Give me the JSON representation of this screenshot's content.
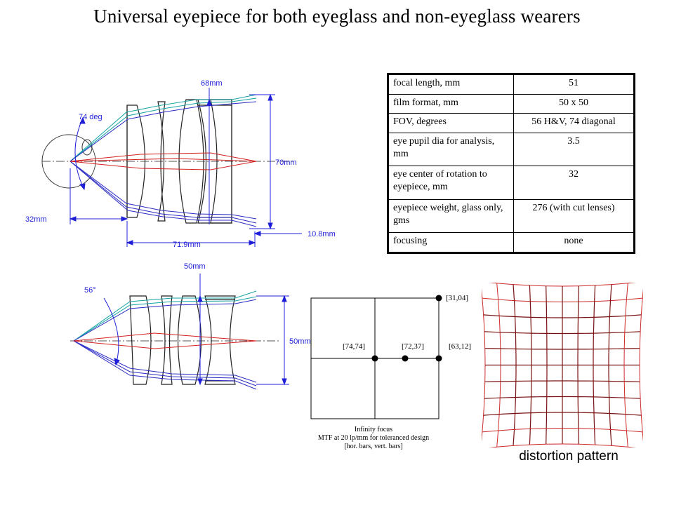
{
  "title": "Universal eyepiece for both eyeglass and non-eyeglass wearers",
  "specs": [
    {
      "label": "focal length, mm",
      "value": "51"
    },
    {
      "label": "film format, mm",
      "value": "50 x 50"
    },
    {
      "label": "FOV, degrees",
      "value": "56 H&V, 74 diagonal"
    },
    {
      "label": "eye pupil dia for analysis, mm",
      "value": "3.5"
    },
    {
      "label": "eye center of rotation to eyepiece, mm",
      "value": "32"
    },
    {
      "label": "eyepiece weight, glass only, gms",
      "value": "276 (with cut lenses)"
    },
    {
      "label": "focusing",
      "value": "none"
    }
  ],
  "diagram_top": {
    "angle": "74  deg",
    "dim_top": "68mm",
    "dim_right": "70mm",
    "dim_left": "32mm",
    "dim_bottom": "71.9mm",
    "dim_corner": "10.8mm"
  },
  "diagram_bottom": {
    "angle": "56°",
    "dim_top": "50mm",
    "dim_right": "50mm"
  },
  "mtf": {
    "labels": [
      "[31,04]",
      "[74,74]",
      "[72,37]",
      "[63,12]"
    ],
    "caption": [
      "Infinity focus",
      "MTF at 20 lp/mm for toleranced design",
      "[hor. bars, vert. bars]"
    ]
  },
  "distortion_label": "distortion pattern",
  "colors": {
    "dimension": "#1f1fd8",
    "ray_red": "#d42020",
    "ray_cyan": "#17a3a3",
    "grid_red": "#cc2a2a",
    "grid_dark": "#7a1010"
  }
}
